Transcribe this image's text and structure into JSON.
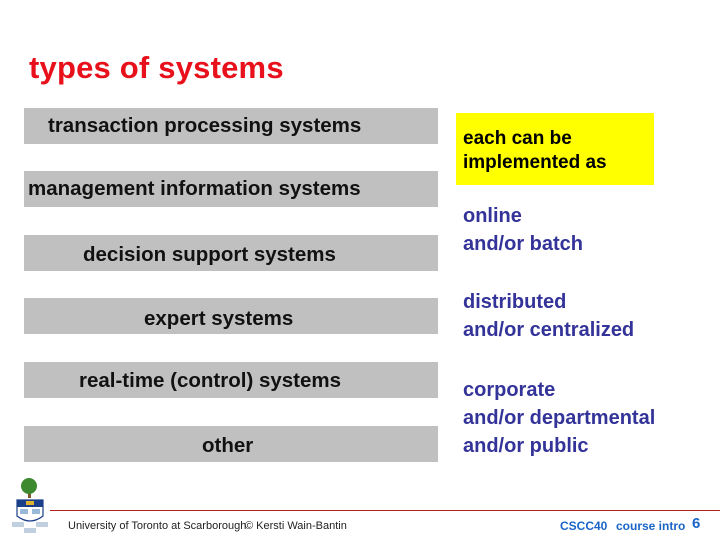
{
  "slide": {
    "title": "types of systems",
    "systems": [
      {
        "label": "transaction processing systems"
      },
      {
        "label": "management information systems"
      },
      {
        "label": "decision support systems"
      },
      {
        "label": "expert systems"
      },
      {
        "label": "real-time (control) systems"
      },
      {
        "label": "other"
      }
    ],
    "note": "each can be\nimplemented as",
    "options": [
      "online\nand/or batch",
      "distributed\nand/or centralized",
      "corporate\nand/or departmental\nand/or public"
    ]
  },
  "footer": {
    "institution": "University of Toronto at Scarborough",
    "copyright": "© Kersti Wain-Bantin",
    "course": "CSCC40",
    "section": "course intro",
    "page": "6"
  },
  "colors": {
    "title": "#e8101a",
    "bar": "#c0c0c0",
    "highlight": "#ffff00",
    "options": "#333399",
    "footer_accent": "#1a64c8",
    "rule": "#b22020"
  }
}
